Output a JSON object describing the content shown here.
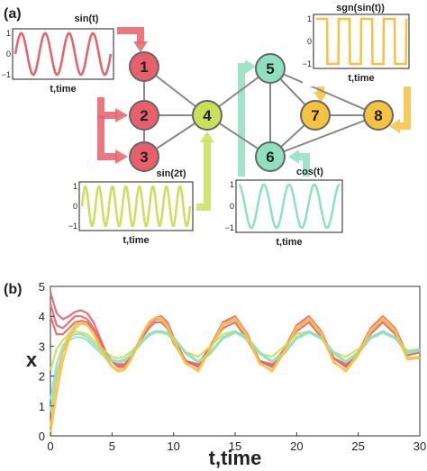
{
  "panel_a": {
    "label": "(a)",
    "nodes": [
      {
        "id": "1",
        "label": "1",
        "color": "#e8606a"
      },
      {
        "id": "2",
        "label": "2",
        "color": "#e8606a"
      },
      {
        "id": "3",
        "label": "3",
        "color": "#e8606a"
      },
      {
        "id": "4",
        "label": "4",
        "color": "#c8e05a"
      },
      {
        "id": "5",
        "label": "5",
        "color": "#8fe0c0"
      },
      {
        "id": "6",
        "label": "6",
        "color": "#8fe0c0"
      },
      {
        "id": "7",
        "label": "7",
        "color": "#f5c242"
      },
      {
        "id": "8",
        "label": "8",
        "color": "#f5c242"
      }
    ],
    "edges": [
      [
        "1",
        "2"
      ],
      [
        "2",
        "3"
      ],
      [
        "1",
        "4"
      ],
      [
        "2",
        "4"
      ],
      [
        "3",
        "4"
      ],
      [
        "4",
        "5"
      ],
      [
        "4",
        "6"
      ],
      [
        "5",
        "6"
      ],
      [
        "5",
        "8"
      ],
      [
        "6",
        "8"
      ],
      [
        "7",
        "5"
      ],
      [
        "7",
        "6"
      ],
      [
        "7",
        "8"
      ]
    ],
    "insets": [
      {
        "title": "sin(t)",
        "xlabel": "t,time",
        "yticks": [
          "1",
          "0",
          "−1"
        ],
        "color": "#e8606a",
        "func": "sin",
        "cycles": 4
      },
      {
        "title": "sin(2t)",
        "xlabel": "t,time",
        "yticks": [
          "1",
          "0",
          "−1"
        ],
        "color": "#c8e05a",
        "func": "sin",
        "cycles": 8
      },
      {
        "title": "cos(t)",
        "xlabel": "t,time",
        "yticks": [
          "1",
          "0",
          "−1"
        ],
        "color": "#8fe0c0",
        "func": "cos",
        "cycles": 4
      },
      {
        "title": "sgn(sin(t))",
        "xlabel": "t,time",
        "yticks": [
          "1",
          "0",
          "−1"
        ],
        "color": "#f5c242",
        "func": "sgn",
        "cycles": 4
      }
    ]
  },
  "panel_b": {
    "label": "(b)"
  },
  "chart_data": {
    "type": "line",
    "xlabel": "t,time",
    "ylabel": "x",
    "xlim": [
      0,
      30
    ],
    "ylim": [
      0,
      5
    ],
    "xticks": [
      0,
      5,
      10,
      15,
      20,
      25,
      30
    ],
    "yticks": [
      0,
      1,
      2,
      3,
      4,
      5
    ],
    "grid": false,
    "series": [
      {
        "color": "#e8606a",
        "x": [
          0,
          0.5,
          1,
          1.5,
          2,
          2.5,
          3,
          3.5,
          4,
          4.5,
          5,
          5.5,
          6,
          6.5,
          7,
          7.5,
          8,
          8.5,
          9,
          9.5,
          10,
          11,
          12,
          13,
          14,
          15,
          16,
          17,
          18,
          19,
          20,
          21,
          22,
          23,
          24,
          25,
          26,
          27,
          28,
          29,
          30
        ],
        "y": [
          4.8,
          4.1,
          3.9,
          4.0,
          4.15,
          4.2,
          4.1,
          3.8,
          3.3,
          2.8,
          2.5,
          2.3,
          2.3,
          2.6,
          3.0,
          3.4,
          3.8,
          3.95,
          4.0,
          3.8,
          3.3,
          2.5,
          2.3,
          3.0,
          3.8,
          4.0,
          3.4,
          2.5,
          2.3,
          2.9,
          3.7,
          4.0,
          3.5,
          2.6,
          2.3,
          2.8,
          3.6,
          4.0,
          3.6,
          2.7,
          2.8
        ]
      },
      {
        "color": "#e8606a",
        "x": [
          0,
          0.5,
          1,
          1.5,
          2,
          2.5,
          3,
          3.5,
          4,
          4.5,
          5,
          5.5,
          6,
          6.5,
          7,
          7.5,
          8,
          8.5,
          9,
          9.5,
          10,
          11,
          12,
          13,
          14,
          15,
          16,
          17,
          18,
          19,
          20,
          21,
          22,
          23,
          24,
          25,
          26,
          27,
          28,
          29,
          30
        ],
        "y": [
          4.4,
          3.7,
          3.6,
          3.8,
          4.0,
          4.0,
          3.9,
          3.6,
          3.2,
          2.8,
          2.5,
          2.35,
          2.35,
          2.6,
          3.0,
          3.4,
          3.7,
          3.9,
          3.9,
          3.7,
          3.2,
          2.5,
          2.35,
          3.0,
          3.7,
          3.9,
          3.3,
          2.5,
          2.35,
          2.9,
          3.6,
          3.9,
          3.4,
          2.6,
          2.35,
          2.8,
          3.5,
          3.9,
          3.5,
          2.7,
          2.8
        ]
      },
      {
        "color": "#e8606a",
        "x": [
          0,
          0.5,
          1,
          1.5,
          2,
          2.5,
          3,
          3.5,
          4,
          4.5,
          5,
          5.5,
          6,
          6.5,
          7,
          7.5,
          8,
          8.5,
          9,
          9.5,
          10,
          11,
          12,
          13,
          14,
          15,
          16,
          17,
          18,
          19,
          20,
          21,
          22,
          23,
          24,
          25,
          26,
          27,
          28,
          29,
          30
        ],
        "y": [
          4.0,
          3.4,
          3.4,
          3.6,
          3.8,
          3.85,
          3.8,
          3.5,
          3.1,
          2.7,
          2.5,
          2.4,
          2.4,
          2.6,
          3.0,
          3.3,
          3.6,
          3.8,
          3.8,
          3.6,
          3.1,
          2.5,
          2.4,
          3.0,
          3.6,
          3.8,
          3.2,
          2.5,
          2.4,
          2.9,
          3.5,
          3.8,
          3.3,
          2.6,
          2.4,
          2.8,
          3.4,
          3.8,
          3.4,
          2.7,
          2.8
        ]
      },
      {
        "color": "#c8e05a",
        "x": [
          0,
          0.5,
          1,
          1.5,
          2,
          2.5,
          3,
          3.5,
          4,
          4.5,
          5,
          5.5,
          6,
          6.5,
          7,
          7.5,
          8,
          8.5,
          9,
          9.5,
          10,
          11,
          12,
          13,
          14,
          15,
          16,
          17,
          18,
          19,
          20,
          21,
          22,
          23,
          24,
          25,
          26,
          27,
          28,
          29,
          30
        ],
        "y": [
          2.2,
          2.9,
          3.2,
          3.4,
          3.5,
          3.45,
          3.4,
          3.2,
          3.0,
          2.8,
          2.65,
          2.6,
          2.65,
          2.8,
          3.0,
          3.2,
          3.4,
          3.5,
          3.5,
          3.4,
          3.2,
          2.8,
          2.65,
          3.0,
          3.4,
          3.5,
          3.2,
          2.75,
          2.65,
          3.0,
          3.4,
          3.5,
          3.25,
          2.8,
          2.65,
          2.9,
          3.3,
          3.5,
          3.3,
          2.85,
          2.9
        ]
      },
      {
        "color": "#8fe0c0",
        "x": [
          0,
          0.5,
          1,
          1.5,
          2,
          2.5,
          3,
          3.5,
          4,
          4.5,
          5,
          5.5,
          6,
          6.5,
          7,
          7.5,
          8,
          8.5,
          9,
          9.5,
          10,
          11,
          12,
          13,
          14,
          15,
          16,
          17,
          18,
          19,
          20,
          21,
          22,
          23,
          24,
          25,
          26,
          27,
          28,
          29,
          30
        ],
        "y": [
          1.2,
          2.4,
          3.0,
          3.3,
          3.4,
          3.4,
          3.3,
          3.1,
          2.9,
          2.7,
          2.55,
          2.5,
          2.55,
          2.7,
          2.95,
          3.2,
          3.4,
          3.5,
          3.5,
          3.45,
          3.3,
          2.8,
          2.5,
          2.8,
          3.3,
          3.5,
          3.3,
          2.8,
          2.5,
          2.8,
          3.3,
          3.5,
          3.3,
          2.8,
          2.5,
          2.8,
          3.3,
          3.5,
          3.3,
          2.8,
          2.9
        ]
      },
      {
        "color": "#8fe0c0",
        "x": [
          0,
          0.5,
          1,
          1.5,
          2,
          2.5,
          3,
          3.5,
          4,
          4.5,
          5,
          5.5,
          6,
          6.5,
          7,
          7.5,
          8,
          8.5,
          9,
          9.5,
          10,
          11,
          12,
          13,
          14,
          15,
          16,
          17,
          18,
          19,
          20,
          21,
          22,
          23,
          24,
          25,
          26,
          27,
          28,
          29,
          30
        ],
        "y": [
          0.8,
          2.1,
          2.8,
          3.2,
          3.3,
          3.3,
          3.2,
          3.0,
          2.8,
          2.6,
          2.5,
          2.45,
          2.5,
          2.7,
          2.9,
          3.15,
          3.35,
          3.45,
          3.45,
          3.4,
          3.25,
          2.75,
          2.45,
          2.75,
          3.25,
          3.45,
          3.25,
          2.75,
          2.45,
          2.75,
          3.25,
          3.45,
          3.25,
          2.75,
          2.45,
          2.75,
          3.25,
          3.45,
          3.25,
          2.75,
          2.85
        ]
      },
      {
        "color": "#f5c242",
        "x": [
          0,
          0.5,
          1,
          1.5,
          2,
          2.5,
          3,
          3.5,
          4,
          4.5,
          5,
          5.5,
          6,
          6.5,
          7,
          7.5,
          8,
          8.5,
          9,
          9.5,
          10,
          11,
          12,
          13,
          14,
          15,
          16,
          17,
          18,
          19,
          20,
          21,
          22,
          23,
          24,
          25,
          26,
          27,
          28,
          29,
          30
        ],
        "y": [
          0.3,
          1.8,
          2.8,
          3.4,
          3.7,
          3.8,
          3.7,
          3.4,
          3.0,
          2.6,
          2.3,
          2.15,
          2.2,
          2.5,
          2.95,
          3.4,
          3.75,
          3.95,
          3.95,
          3.7,
          3.2,
          2.45,
          2.15,
          2.9,
          3.7,
          3.95,
          3.35,
          2.45,
          2.15,
          2.8,
          3.6,
          3.95,
          3.45,
          2.5,
          2.15,
          2.7,
          3.5,
          3.95,
          3.55,
          2.6,
          2.65
        ]
      },
      {
        "color": "#f5c242",
        "x": [
          0,
          0.5,
          1,
          1.5,
          2,
          2.5,
          3,
          3.5,
          4,
          4.5,
          5,
          5.5,
          6,
          6.5,
          7,
          7.5,
          8,
          8.5,
          9,
          9.5,
          10,
          11,
          12,
          13,
          14,
          15,
          16,
          17,
          18,
          19,
          20,
          21,
          22,
          23,
          24,
          25,
          26,
          27,
          28,
          29,
          30
        ],
        "y": [
          0.05,
          1.4,
          2.5,
          3.2,
          3.6,
          3.75,
          3.7,
          3.45,
          3.05,
          2.65,
          2.35,
          2.2,
          2.25,
          2.55,
          3.0,
          3.45,
          3.8,
          3.95,
          3.9,
          3.65,
          3.15,
          2.4,
          2.2,
          2.95,
          3.75,
          3.9,
          3.3,
          2.4,
          2.2,
          2.85,
          3.65,
          3.9,
          3.4,
          2.45,
          2.2,
          2.75,
          3.55,
          3.9,
          3.5,
          2.55,
          2.6
        ]
      }
    ]
  }
}
